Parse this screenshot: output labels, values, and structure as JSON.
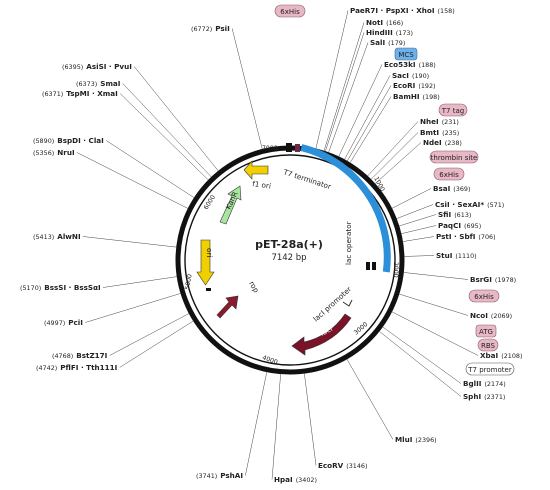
{
  "map": {
    "name": "pET-28a(+)",
    "size": "7142 bp",
    "total_bp": 7142
  },
  "colors": {
    "backbone": "#111111",
    "mcs_arc": "#2b8fd9",
    "kanr": "#a8e6a0",
    "ori": "#f0d000",
    "laci": "#7a1228",
    "rop": "#8b1a2e",
    "t7_term": "#6b2a4a",
    "badge_pink": "#e9b8c6",
    "badge_blue": "#6fb0e8",
    "badge_white": "#ffffff"
  },
  "ticks": [
    {
      "label": "7000",
      "bp": 7000
    },
    {
      "label": "1000",
      "bp": 1000
    },
    {
      "label": "2000",
      "bp": 2000
    },
    {
      "label": "3000",
      "bp": 3000
    },
    {
      "label": "4000",
      "bp": 4000
    },
    {
      "label": "5000",
      "bp": 5000
    },
    {
      "label": "6000",
      "bp": 6000
    }
  ],
  "features": {
    "f1_ori": "f1 ori",
    "t7_terminator": "T7 terminator",
    "kanr": "KanR",
    "ori": "ori",
    "rop": "rop",
    "lac_operator": "lac operator",
    "laci_promoter": "lacI promoter",
    "laci": "lacI"
  },
  "badges": {
    "his_top": "6xHis",
    "mcs": "MCS",
    "t7_tag": "T7 tag",
    "thrombin": "thrombin site",
    "his_mid": "6xHis",
    "his_low": "6xHis",
    "atg": "ATG",
    "rbs": "RBS",
    "t7_promoter": "T7 promoter"
  },
  "sites_right": [
    {
      "name": "PaeR7I · PspXI · XhoI",
      "pos": "(158)"
    },
    {
      "name": "NotI",
      "pos": "(166)"
    },
    {
      "name": "HindIII",
      "pos": "(173)"
    },
    {
      "name": "SalI",
      "pos": "(179)"
    },
    {
      "name": "Eco53kI",
      "pos": "(188)"
    },
    {
      "name": "SacI",
      "pos": "(190)"
    },
    {
      "name": "EcoRI",
      "pos": "(192)"
    },
    {
      "name": "BamHI",
      "pos": "(198)"
    },
    {
      "name": "NheI",
      "pos": "(231)"
    },
    {
      "name": "BmtI",
      "pos": "(235)"
    },
    {
      "name": "NdeI",
      "pos": "(238)"
    },
    {
      "name": "BsaI",
      "pos": "(369)"
    },
    {
      "name": "CsiI · SexAI*",
      "pos": "(571)"
    },
    {
      "name": "SfiI",
      "pos": "(613)"
    },
    {
      "name": "PaqCI",
      "pos": "(695)"
    },
    {
      "name": "PstI · SbfI",
      "pos": "(706)"
    },
    {
      "name": "StuI",
      "pos": "(1110)"
    },
    {
      "name": "BsrGI",
      "pos": "(1978)"
    },
    {
      "name": "NcoI",
      "pos": "(2069)"
    },
    {
      "name": "XbaI",
      "pos": "(2108)"
    },
    {
      "name": "BglII",
      "pos": "(2174)"
    },
    {
      "name": "SphI",
      "pos": "(2371)"
    },
    {
      "name": "MluI",
      "pos": "(2396)"
    },
    {
      "name": "EcoRV",
      "pos": "(3146)"
    },
    {
      "name": "HpaI",
      "pos": "(3402)"
    }
  ],
  "sites_left": [
    {
      "pos": "(6772)",
      "name": "PsiI"
    },
    {
      "pos": "(6395)",
      "name": "AsiSI · PvuI"
    },
    {
      "pos": "(6373)",
      "name": "SmaI"
    },
    {
      "pos": "(6371)",
      "name": "TspMI · XmaI"
    },
    {
      "pos": "(5890)",
      "name": "BspDI · ClaI"
    },
    {
      "pos": "(5356)",
      "name": "NruI"
    },
    {
      "pos": "(5413)",
      "name": "AlwNI"
    },
    {
      "pos": "(5170)",
      "name": "BssSI · BssSαI"
    },
    {
      "pos": "(4997)",
      "name": "PciI"
    },
    {
      "pos": "(4768)",
      "name": "BstZ17I"
    },
    {
      "pos": "(4742)",
      "name": "PflFI · Tth111I"
    },
    {
      "pos": "(3741)",
      "name": "PshAI"
    }
  ]
}
